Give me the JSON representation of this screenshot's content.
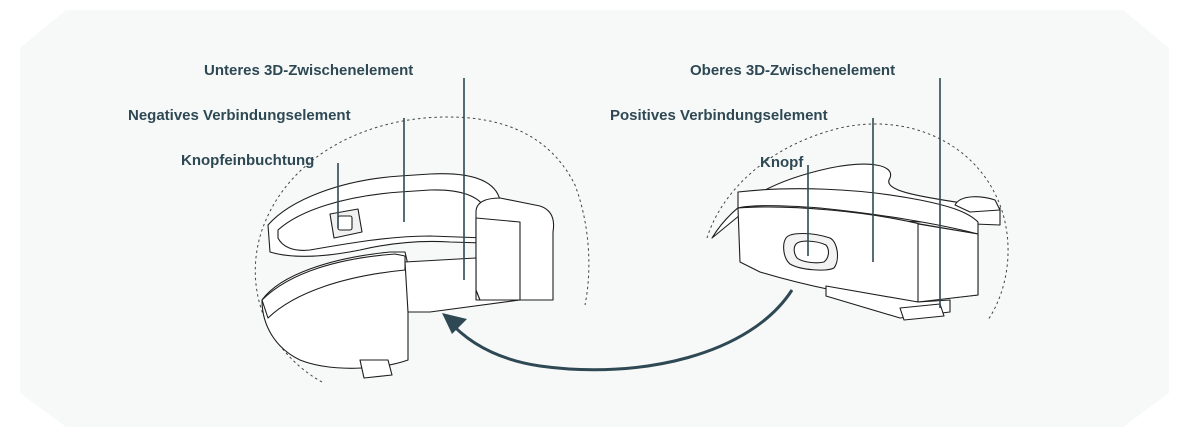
{
  "labels": {
    "left_lower_spacer": "Unteres 3D-Zwischenelement",
    "left_negative_connector": "Negatives Verbindungselement",
    "left_button_recess": "Knopfeinbuchtung",
    "right_upper_spacer": "Oberes 3D-Zwischenelement",
    "right_positive_connector": "Positives Verbindungselement",
    "right_button": "Knopf"
  },
  "colors": {
    "background_panel": "#f7f8f8",
    "label_text": "#2e4954",
    "leader_line": "#2e4954",
    "arrow": "#2e4954",
    "part_fill": "#ffffff",
    "part_stroke": "#1e1e1e"
  }
}
